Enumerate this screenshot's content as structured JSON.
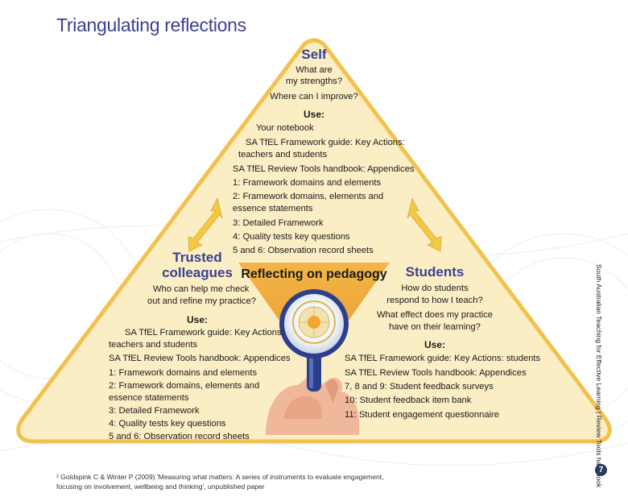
{
  "title": "Triangulating reflections",
  "self": {
    "heading": "Self",
    "q1": "What are",
    "q2": "my strengths?",
    "q3": "Where can I improve?",
    "use": "Use:",
    "items": [
      "Your notebook",
      "SA TfEL Framework guide: Key Actions:",
      "teachers and students",
      "SA TfEL Review Tools handbook: Appendices",
      "1: Framework domains and elements",
      "2: Framework domains, elements and",
      "essence statements",
      "3: Detailed Framework",
      "4: Quality tests key questions",
      "5 and 6: Observation record sheets"
    ]
  },
  "colleagues": {
    "heading1": "Trusted",
    "heading2": "colleagues",
    "q1": "Who can help me check",
    "q2": "out and refine my practice?",
    "use": "Use:",
    "items": [
      "SA TfEL Framework guide: Key Actions:",
      "teachers and students",
      "SA TfEL Review Tools handbook: Appendices",
      "1: Framework domains and elements",
      "2: Framework domains, elements and",
      "essence statements",
      "3: Detailed Framework",
      "4: Quality tests key questions",
      "5 and 6: Observation record sheets"
    ]
  },
  "students": {
    "heading": "Students",
    "q1": "How do students",
    "q2": "respond to how I teach?",
    "q3": "What effect does my practice",
    "q4": "have on their learning?",
    "use": "Use:",
    "items": [
      "SA TfEL Framework guide: Key Actions: students",
      "SA TfEL Review Tools handbook: Appendices",
      "7, 8 and 9: Student feedback surveys",
      "10: Student feedback item bank",
      "11: Student engagement questionnaire"
    ]
  },
  "center_label": "Reflecting on pedagogy",
  "side_text": "South Australian Teaching for Effective Learning | Review Tools handbook",
  "page_number": "7",
  "footnote1": "² Goldspink C & Winter P (2009) 'Measuring what matters: A series of instruments to evaluate engagement,",
  "footnote2": "focusing on involvement, wellbeing and thinking', unpublished paper",
  "colors": {
    "title": "#3c3f8f",
    "triangle_fill": "#fbeec5",
    "triangle_border": "#f2c14e",
    "center_fill": "#f0a830",
    "arrow": "#f5c842",
    "lens_rim": "#2c3f8c"
  }
}
